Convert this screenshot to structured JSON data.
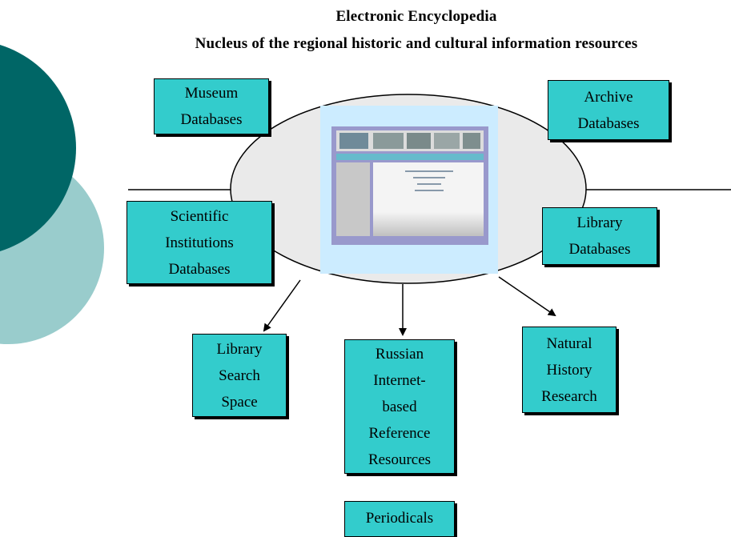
{
  "title": {
    "line1": "Electronic Encyclopedia",
    "line2": "Nucleus of the regional historic and cultural information resources"
  },
  "colors": {
    "box_fill": "#33cccc",
    "circle_dark": "#006666",
    "circle_light": "#99cccc",
    "ellipse_fill": "#eaeaea"
  },
  "center_image": {
    "icon": "encyclopedia-website-screenshot"
  },
  "nodes": {
    "museum": [
      "Museum",
      "Databases"
    ],
    "archive": [
      "Archive",
      "Databases"
    ],
    "scientific": [
      "Scientific",
      "Institutions",
      "Databases"
    ],
    "library_db": [
      "Library",
      "Databases"
    ],
    "library_search": [
      "Library",
      "Search",
      "Space"
    ],
    "russian": [
      "Russian",
      "Internet-",
      "based",
      "Reference",
      "Resources"
    ],
    "natural": [
      "Natural",
      "History",
      "Research"
    ],
    "periodicals": [
      "Periodicals"
    ]
  }
}
